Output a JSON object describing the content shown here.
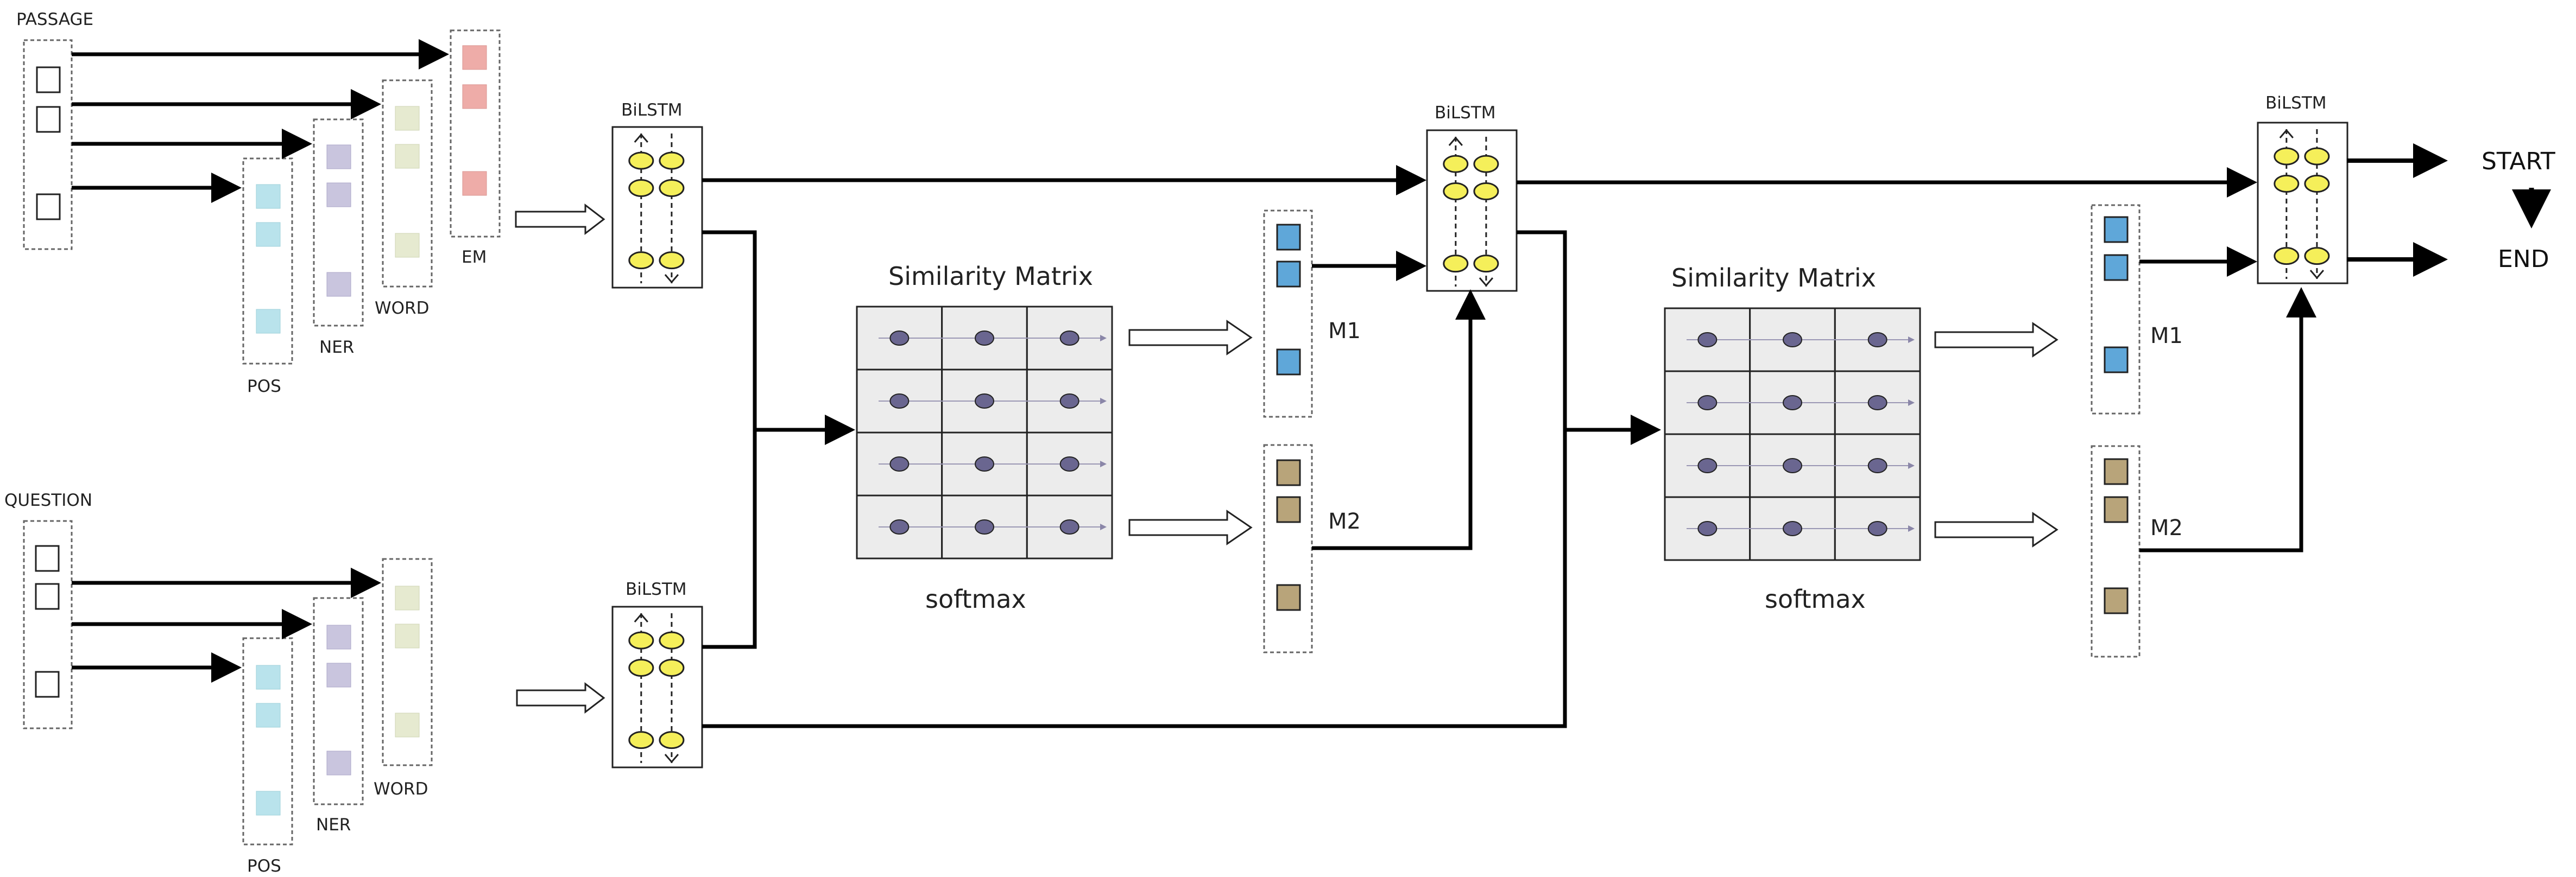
{
  "labels": {
    "passage": "PASSAGE",
    "question": "QUESTION",
    "pos": "POS",
    "ner": "NER",
    "word": "WORD",
    "em": "EM",
    "bilstm": "BiLSTM",
    "similarity_matrix": "Similarity Matrix",
    "softmax": "softmax",
    "m1": "M1",
    "m2": "M2",
    "start": "START",
    "end": "END"
  },
  "colors": {
    "pos": "#b9e3ec",
    "ner": "#c9c5de",
    "word": "#e6ead0",
    "em": "#eeaca8",
    "m1_block": "#5fa7d9",
    "m2_block": "#b8a47a",
    "lstm_node": "#f5ef5a",
    "matrix_cell": "#ececec",
    "matrix_dot": "#6a6690",
    "line": "#000000"
  }
}
